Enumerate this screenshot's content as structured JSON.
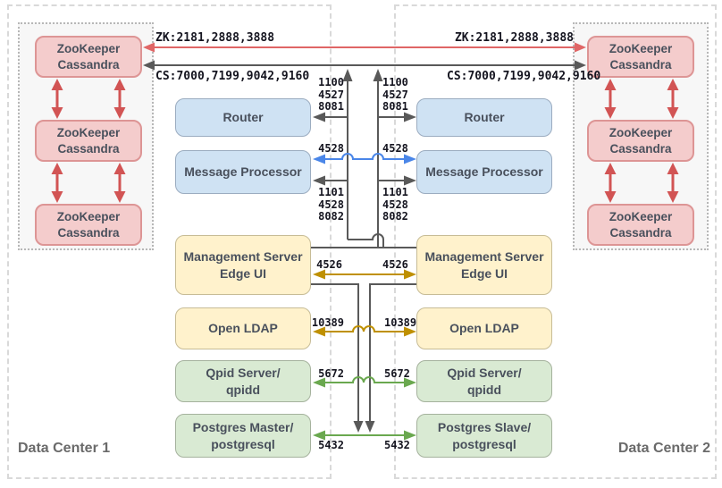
{
  "colors": {
    "zk_link": "#e06666",
    "dark_link": "#595959",
    "blue_link": "#4a86e8",
    "gold_link": "#bf9000",
    "green_link": "#6aa84f",
    "red_cluster_link": "#d25454",
    "pink_fill": "#f4cccc",
    "pink_border": "#dd9595",
    "blue_fill": "#cfe2f3",
    "blue_border": "#9bacc0",
    "yellow_fill": "#fff2cc",
    "yellow_border": "#c7bc96",
    "green_fill": "#d9ead3",
    "green_border": "#a5b29d",
    "box_text": "#49505c",
    "port_text": "#14141f",
    "dc_label": "#6a6a6a",
    "dashed_border": "#d9d9d9",
    "dotted_border": "#b7b7b7",
    "cluster_bg": "#f7f7f7"
  },
  "datacenters": {
    "dc1": {
      "label": "Data Center 1"
    },
    "dc2": {
      "label": "Data Center 2"
    }
  },
  "cluster_node": {
    "line1": "ZooKeeper",
    "line2": "Cassandra"
  },
  "top_links": {
    "zk_ports": "ZK:2181,2888,3888",
    "cs_ports": "CS:7000,7199,9042,9160"
  },
  "nodes": {
    "left": {
      "router": "Router",
      "message_processor": "Message Processor",
      "management_line1": "Management Server",
      "management_line2": "Edge UI",
      "ldap": "Open LDAP",
      "qpid_line1": "Qpid Server/",
      "qpid_line2": "qpidd",
      "postgres_line1": "Postgres Master/",
      "postgres_line2": "postgresql"
    },
    "right": {
      "router": "Router",
      "message_processor": "Message Processor",
      "management_line1": "Management Server",
      "management_line2": "Edge UI",
      "ldap": "Open LDAP",
      "qpid_line1": "Qpid Server/",
      "qpid_line2": "qpidd",
      "postgres_line1": "Postgres Slave/",
      "postgres_line2": "postgresql"
    }
  },
  "ports": {
    "router_in": "1100\n4527\n8081",
    "mp_peer": "4528",
    "mp_in": "1101\n4528\n8082",
    "management": "4526",
    "ldap": "10389",
    "qpid": "5672",
    "postgres": "5432"
  }
}
